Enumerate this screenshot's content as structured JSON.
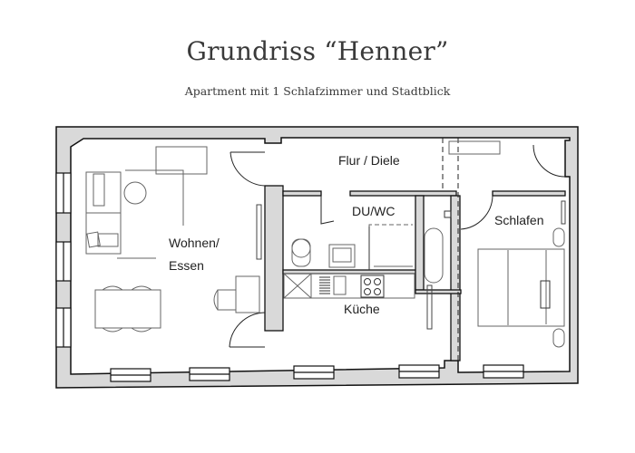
{
  "header": {
    "title": "Grundriss “Henner”",
    "subtitle": "Apartment mit 1 Schlafzimmer und Stadtblick"
  },
  "floorplan": {
    "rooms": [
      {
        "id": "wohnen",
        "label_line1": "Wohnen/",
        "label_line2": "Essen"
      },
      {
        "id": "flur",
        "label": "Flur / Diele"
      },
      {
        "id": "duwc",
        "label": "DU/WC"
      },
      {
        "id": "kueche",
        "label": "Küche"
      },
      {
        "id": "schlafen",
        "label": "Schlafen"
      }
    ],
    "colors": {
      "wall_fill": "#d9d9d9",
      "wall_stroke": "#111111",
      "furniture_stroke": "#777777",
      "background": "#ffffff"
    }
  }
}
